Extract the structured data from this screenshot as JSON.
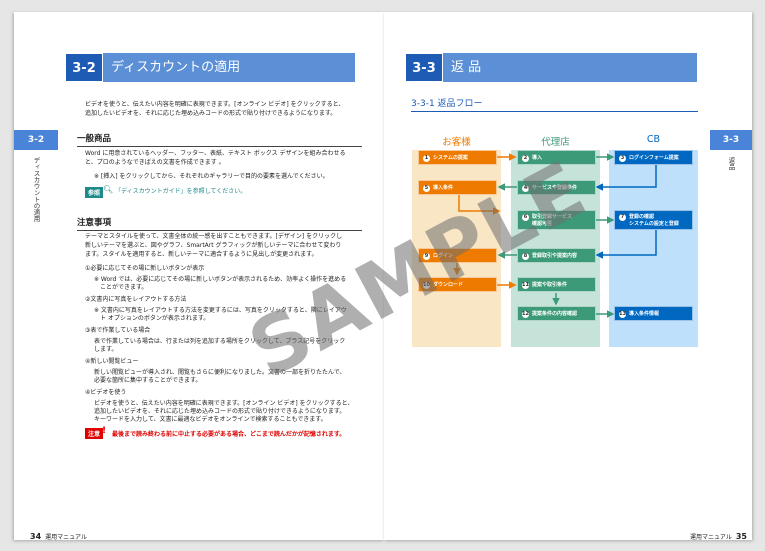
{
  "left_page": {
    "section_number": "3-2",
    "section_title": "ディスカウントの適用",
    "side_tab": "3-2",
    "side_label": "ディスカウントの適用",
    "intro": [
      "ビデオを使うと、伝えたい内容を明確に表現できます。[オンライン ビデオ] をクリックすると、",
      "追加したいビデオを、それに応じた埋め込みコードの形式で貼り付けできるようになります。"
    ],
    "h_general": "一般商品",
    "general_text": [
      "Word に用意されているヘッダー、フッター、表紙、テキスト ボックス デザインを組み合わせる",
      "と、プロのようなできばえの文書を作成できます 。"
    ],
    "general_note": "※ [挿入] をクリックしてから、それぞれのギャラリーで目的の要素を選んでください。",
    "ref_badge": "参照",
    "ref_text": "「ディスカウントガイド」を参照してください。",
    "h_notes": "注意事項",
    "notes_text": [
      "テーマとスタイルを使って、文書全体の統一感を出すこともできます。[デザイン] をクリックし",
      "新しいテーマを選ぶと、図やグラフ、SmartArt グラフィックが新しいテーマに合わせて変わり",
      "ます。スタイルを適用すると、新しいテーマに適合するように見出しが変更されます。"
    ],
    "items": [
      {
        "title": "①必要に応じてその場に新しいボタンが表示",
        "body": [
          "※ Word では、必要に応じてその場に新しいボタンが表示されるため、効率よく操作を進める",
          "　ことができます。"
        ]
      },
      {
        "title": "②文書内に写真をレイアウトする方法",
        "body": [
          "※ 文書内に写真をレイアウトする方法を変更するには、写真をクリックすると、隣にレイアウ",
          "　ト オプションのボタンが表示されます。"
        ]
      },
      {
        "title": "③表で作業している場合",
        "body": [
          "表で作業している場合は、行または列を追加する場所をクリックして、プラス記号をクリック",
          "します。"
        ]
      },
      {
        "title": "④新しい閲覧ビュー",
        "body": [
          "新しい閲覧ビューが導入され、閲覧もさらに便利になりました。文書の一部を折りたたんで、",
          "必要な箇所に集中することができます。"
        ]
      },
      {
        "title": "④ビデオを使う",
        "body": [
          "ビデオを使うと、伝えたい内容を明確に表現できます。[オンライン ビデオ] をクリックすると、",
          "追加したいビデオを、それに応じた埋め込みコードの形式で貼り付けできるようになります。",
          "キーワードを入力して、文書に最適なビデオをオンラインで検索することもできます。"
        ]
      }
    ],
    "caution_badge": "注意",
    "caution_text": "最後まで読み終わる前に中止する必要がある場合、どこまで読んだかが記憶されます。",
    "page_number": "34",
    "footer": "運用マニュアル"
  },
  "right_page": {
    "section_number": "3-3",
    "section_title": "返 品",
    "side_tab": "3-3",
    "side_label": "返品",
    "subsection": "3-3-1  返品フロー",
    "columns": [
      "お客様",
      "代理店",
      "CB"
    ],
    "steps": [
      {
        "n": "1",
        "label": "システムの提案"
      },
      {
        "n": "2",
        "label": "導入"
      },
      {
        "n": "3",
        "label": "ログインフォーム提案"
      },
      {
        "n": "4",
        "label": "サービスや登録条件"
      },
      {
        "n": "5",
        "label": "導入条件"
      },
      {
        "n": "6",
        "label": "取引登録サービス",
        "label2": "確認可否"
      },
      {
        "n": "7",
        "label": "登録の確認",
        "label2": "システムの設定と登録"
      },
      {
        "n": "8",
        "label": "登録取引や提案内容"
      },
      {
        "n": "9",
        "label": "ログイン"
      },
      {
        "n": "10",
        "label": "ダウンロード"
      },
      {
        "n": "11",
        "label": "提案や取引条件"
      },
      {
        "n": "12",
        "label": "提案条件の内容確認"
      },
      {
        "n": "13",
        "label": "導入条件情報"
      }
    ],
    "page_number": "35",
    "footer": "運用マニュアル"
  },
  "watermark": "SAMPLE",
  "colors": {
    "customer": "#ee7a00",
    "agent": "#3d9a78",
    "cb": "#0068c0",
    "header": "#5b8fd6",
    "caution": "#e00000"
  }
}
